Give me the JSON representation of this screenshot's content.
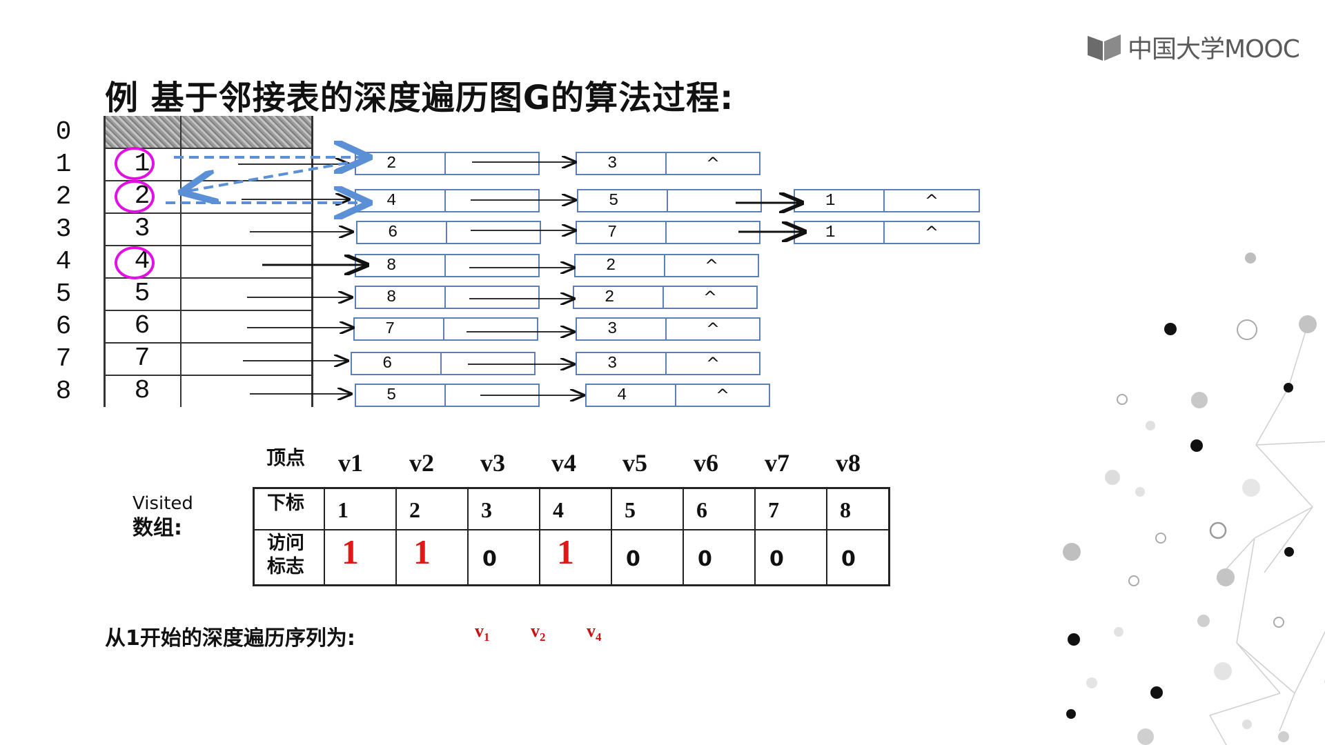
{
  "logo": {
    "text": "中国大学MOOC",
    "icon": "book-icon"
  },
  "title": "例  基于邻接表的深度遍历图G的算法过程:",
  "indices": [
    "0",
    "1",
    "2",
    "3",
    "4",
    "5",
    "6",
    "7",
    "8"
  ],
  "vertex_table": [
    "1",
    "2",
    "3",
    "4",
    "5",
    "6",
    "7",
    "8"
  ],
  "adjacency": [
    [
      [
        "2",
        ""
      ],
      [
        "3",
        "^"
      ]
    ],
    [
      [
        "4",
        ""
      ],
      [
        "5",
        ""
      ],
      [
        "1",
        "^"
      ]
    ],
    [
      [
        "6",
        ""
      ],
      [
        "7",
        ""
      ],
      [
        "1",
        "^"
      ]
    ],
    [
      [
        "8",
        ""
      ],
      [
        "2",
        "^"
      ]
    ],
    [
      [
        "8",
        ""
      ],
      [
        "2",
        "^"
      ]
    ],
    [
      [
        "7",
        ""
      ],
      [
        "3",
        "^"
      ]
    ],
    [
      [
        "6",
        ""
      ],
      [
        "3",
        "^"
      ]
    ],
    [
      [
        "5",
        ""
      ],
      [
        "4",
        "^"
      ]
    ]
  ],
  "visited": {
    "label_en": "Visited",
    "label_cn": "数组:",
    "corner": "顶点",
    "vertices": [
      "v1",
      "v2",
      "v3",
      "v4",
      "v5",
      "v6",
      "v7",
      "v8"
    ],
    "row1_label": "下标",
    "subscripts": [
      "1",
      "2",
      "3",
      "4",
      "5",
      "6",
      "7",
      "8"
    ],
    "row2_label_1": "访问",
    "row2_label_2": "标志",
    "flags": [
      "1",
      "1",
      "0",
      "1",
      "0",
      "0",
      "0",
      "0"
    ]
  },
  "sequence": {
    "label": "从1开始的深度遍历序列为:",
    "items": [
      {
        "v": "v",
        "sub": "1"
      },
      {
        "v": "v",
        "sub": "2"
      },
      {
        "v": "v",
        "sub": "4"
      }
    ]
  },
  "colors": {
    "highlight": "#e011e0",
    "dashed_arrow": "#5b8fd6",
    "flag_red": "#e01818",
    "node_border": "#5b7fb5"
  }
}
